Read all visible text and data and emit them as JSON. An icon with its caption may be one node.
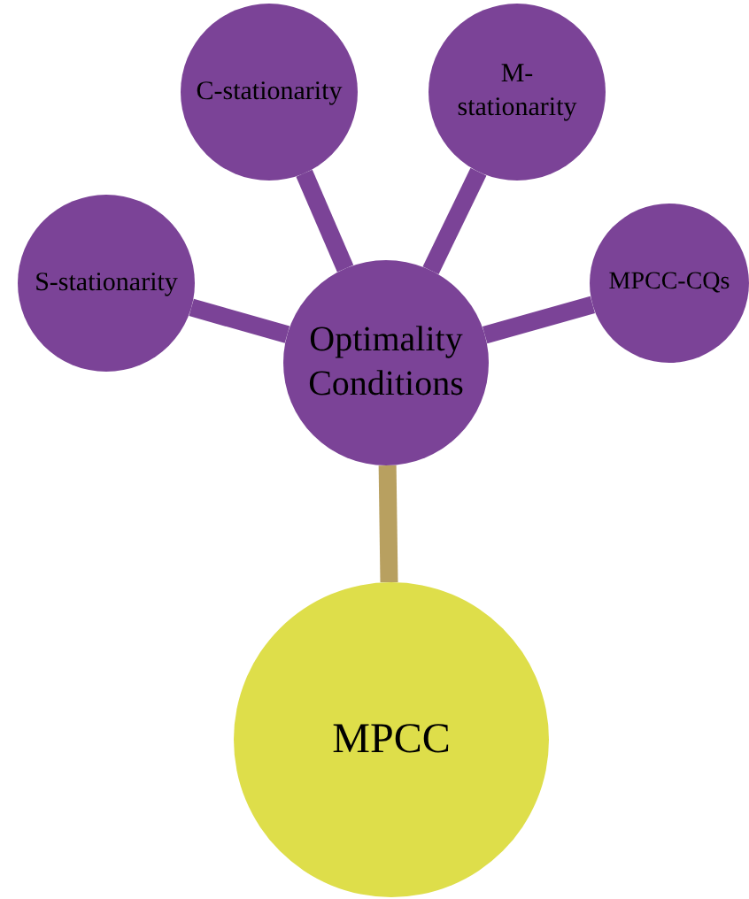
{
  "diagram": {
    "nodes": [
      {
        "text": [
          "Optimality Conditions"
        ]
      },
      {
        "text": [
          "S-stationarity"
        ]
      },
      {
        "text": [
          "C-stationarity"
        ]
      },
      {
        "text": [
          "M-stationarity"
        ]
      },
      {
        "text": [
          "MPCC-CQs"
        ]
      },
      {
        "text": [
          "MPCC"
        ]
      }
    ],
    "edges": [
      {
        "from": 0,
        "to": 1,
        "arrow": "none"
      },
      {
        "from": 0,
        "to": 2,
        "arrow": "none"
      },
      {
        "from": 0,
        "to": 3,
        "arrow": "none"
      },
      {
        "from": 0,
        "to": 4,
        "arrow": "none"
      },
      {
        "from": 0,
        "to": 5,
        "arrow": "none",
        "color": "#b8a060"
      }
    ]
  }
}
